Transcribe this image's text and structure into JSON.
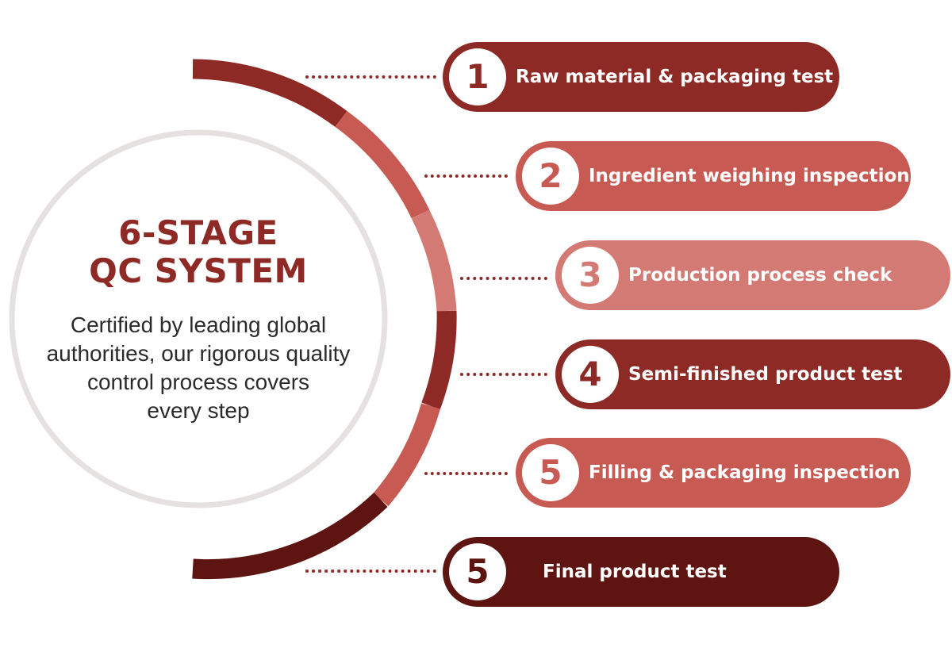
{
  "title": {
    "line1": "6-STAGE",
    "line2": "QC SYSTEM"
  },
  "description": {
    "line1": "Certified by leading global",
    "line2": "authorities, our rigorous quality",
    "line3": "control process covers",
    "line4": "every step"
  },
  "colors": {
    "dark_red": "#8e2a25",
    "medium_red": "#c75a53",
    "light_red": "#d27a73",
    "deepest_red": "#5e1410",
    "circle_outline": "#e5e1e1"
  },
  "steps": [
    {
      "number": "1",
      "label": "Raw material & packaging test"
    },
    {
      "number": "2",
      "label": "Ingredient weighing inspection"
    },
    {
      "number": "3",
      "label": "Production process check"
    },
    {
      "number": "4",
      "label": "Semi-finished product test"
    },
    {
      "number": "5",
      "label": "Filling & packaging inspection"
    },
    {
      "number": "5",
      "label": "Final product test"
    }
  ]
}
